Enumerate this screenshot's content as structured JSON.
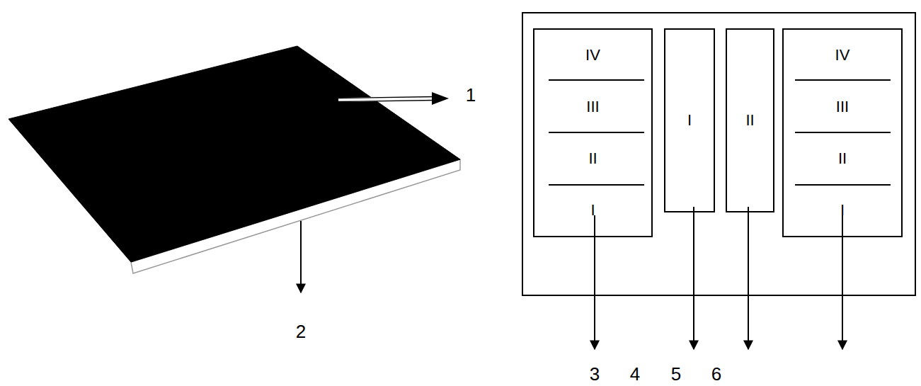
{
  "diagram": {
    "nodes": [
      {
        "text": [
          "IV",
          "III",
          "II",
          "I"
        ]
      },
      {
        "text": [
          "I"
        ]
      },
      {
        "text": [
          "II"
        ]
      },
      {
        "text": [
          "IV",
          "III",
          "II",
          "I"
        ]
      }
    ],
    "edges": [],
    "labels": [
      "1",
      "2",
      "3",
      "4",
      "5",
      "6"
    ]
  }
}
